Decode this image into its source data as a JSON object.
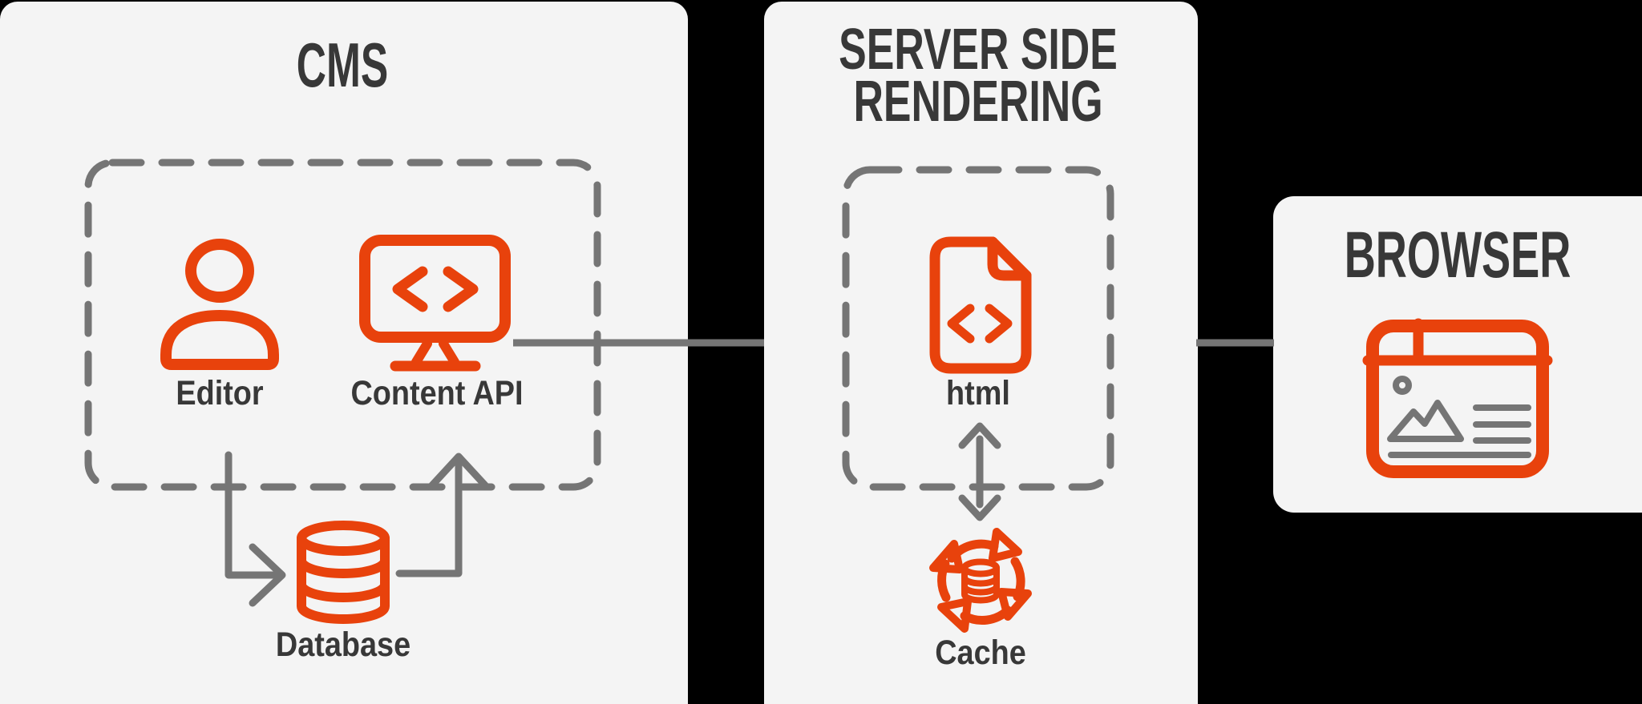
{
  "colors": {
    "background": "#000000",
    "panel_bg": "#f4f4f4",
    "accent_red": "#e8420c",
    "line_gray": "#757575",
    "text_dark": "#383838"
  },
  "cms_panel": {
    "title": "CMS",
    "editor_label": "Editor",
    "content_api_label": "Content API",
    "database_label": "Database",
    "icons": [
      "person-icon",
      "code-monitor-icon",
      "database-cylinder-icon"
    ]
  },
  "ssr_panel": {
    "title_line1": "SERVER SIDE",
    "title_line2": "RENDERING",
    "html_label": "html",
    "cache_label": "Cache",
    "icons": [
      "code-file-icon",
      "cache-sync-icon"
    ]
  },
  "browser_panel": {
    "title": "BROWSER",
    "icons": [
      "browser-window-icon"
    ]
  }
}
